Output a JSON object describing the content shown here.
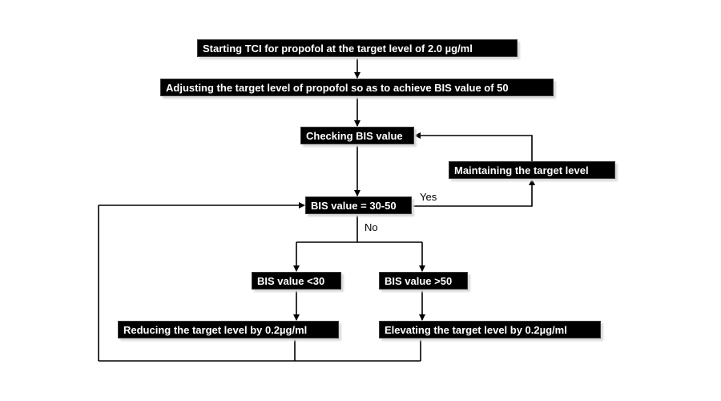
{
  "boxes": {
    "start": "Starting TCI for propofol at the target level of 2.0 µg/ml",
    "adjust": "Adjusting the target level of propofol so as to achieve BIS value of 50",
    "check": "Checking BIS value",
    "maintain": "Maintaining the target level",
    "decision": "BIS value = 30-50",
    "below": "BIS value <30",
    "above": "BIS value >50",
    "reduce": "Reducing the target level by 0.2µg/ml",
    "elevate": "Elevating the target level by 0.2µg/ml"
  },
  "labels": {
    "yes": "Yes",
    "no": "No"
  }
}
